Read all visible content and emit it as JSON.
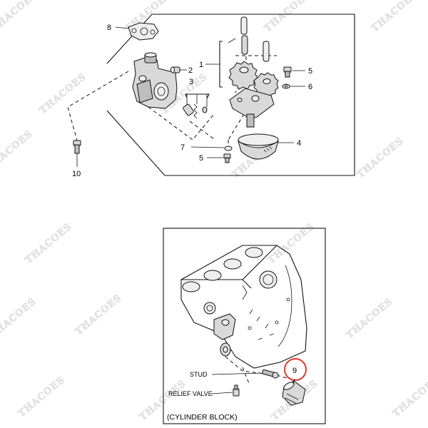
{
  "callouts": {
    "c1": "1",
    "c2": "2",
    "c3": "3",
    "c4": "4",
    "c5a": "5",
    "c5b": "5",
    "c6": "6",
    "c7": "7",
    "c8": "8",
    "c9": "9",
    "c10": "10"
  },
  "labels": {
    "stud": "STUD",
    "relief_valve": "RELIEF VALVE",
    "cylinder_block": "(CYLINDER BLOCK)"
  },
  "watermark": "THACOES",
  "colors": {
    "highlight_circle": "#e03a2f"
  }
}
